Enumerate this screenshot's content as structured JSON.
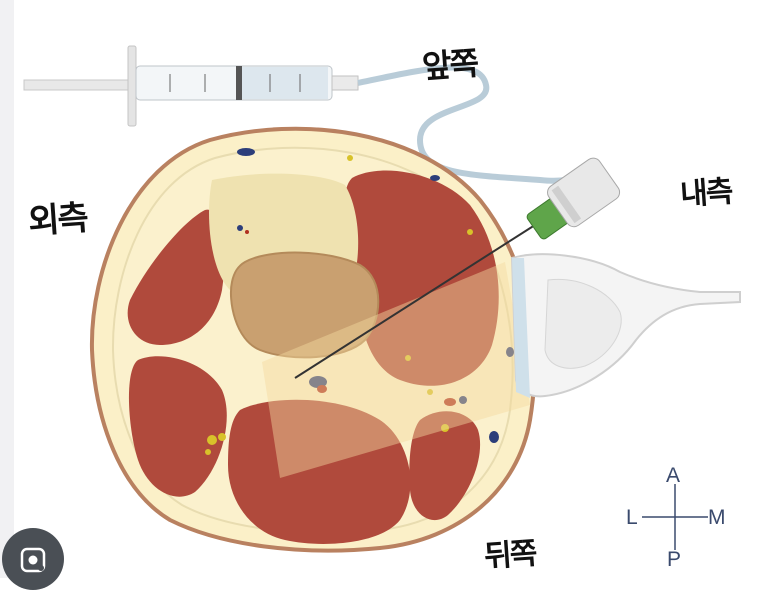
{
  "labels": {
    "anterior_hand": "앞쪽",
    "lateral_hand": "외측",
    "medial_hand": "내측",
    "posterior_hand": "뒤쪽"
  },
  "compass": {
    "anterior": "A",
    "posterior": "P",
    "lateral": "L",
    "medial": "M"
  },
  "icons": {
    "lens_search": "lens-search-icon"
  },
  "colors": {
    "skin_outline": "#b98160",
    "fat": "#fbf0c8",
    "muscle": "#b04a3c",
    "bone": "#c9a070",
    "needle_hub": "#5fa54a",
    "probe": "#f4f4f4"
  }
}
